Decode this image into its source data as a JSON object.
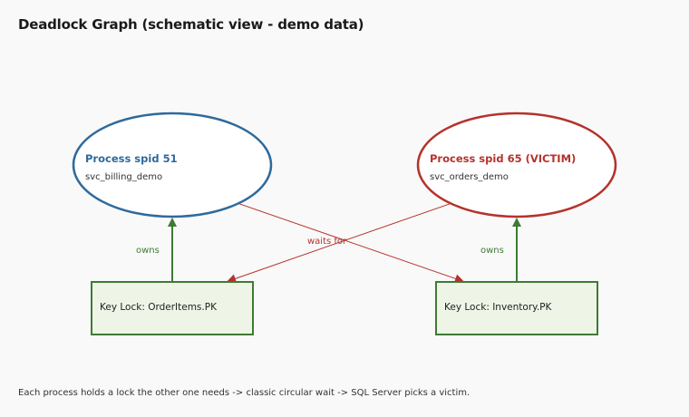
{
  "title": "Deadlock Graph (schematic view - demo data)",
  "colors": {
    "process_ok": "#2e6a9c",
    "victim": "#b5322c",
    "lock_border": "#3f7a35",
    "lock_fill": "#eef5e6",
    "owns_edge": "#3f7a35",
    "wait_edge": "#b5322c"
  },
  "processes": [
    {
      "name": "Process spid 51",
      "app": "svc_billing_demo",
      "victim": false
    },
    {
      "name": "Process spid 65 (VICTIM)",
      "app": "svc_orders_demo",
      "victim": true
    }
  ],
  "locks": [
    {
      "label": "Key Lock: OrderItems.PK"
    },
    {
      "label": "Key Lock: Inventory.PK"
    }
  ],
  "edges": {
    "owns_label": "owns",
    "waits_label": "waits for"
  },
  "footer": "Each process holds a lock the other one needs -> classic circular wait -> SQL Server picks a victim."
}
